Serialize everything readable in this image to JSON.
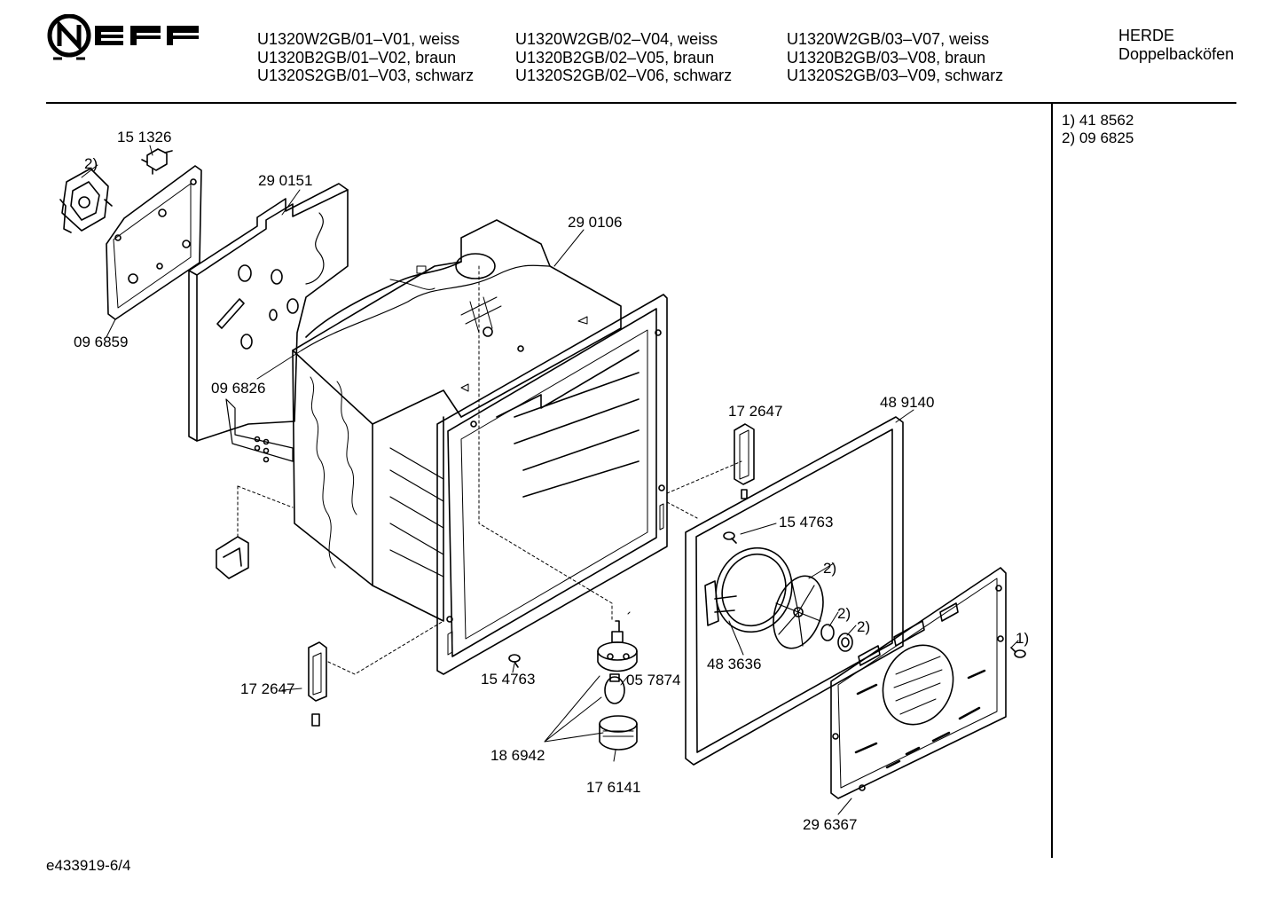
{
  "brand": "NEFF",
  "header": {
    "col1": [
      "U1320W2GB/01–V01, weiss",
      "U1320B2GB/01–V02, braun",
      "U1320S2GB/01–V03, schwarz"
    ],
    "col2": [
      "U1320W2GB/02–V04, weiss",
      "U1320B2GB/02–V05, braun",
      "U1320S2GB/02–V06, schwarz"
    ],
    "col3": [
      "U1320W2GB/03–V07, weiss",
      "U1320B2GB/03–V08, braun",
      "U1320S2GB/03–V09, schwarz"
    ],
    "category": [
      "HERDE",
      "Doppelbacköfen"
    ]
  },
  "notes": [
    "1) 41 8562",
    "2) 09 6825"
  ],
  "footer": "e433919-6/4",
  "parts": {
    "p151326": "15 1326",
    "fn2_switch": "2)",
    "p290151": "29 0151",
    "p290106": "29 0106",
    "p096859": "09 6859",
    "p096826": "09 6826",
    "p172647_right": "17 2647",
    "p489140": "48 9140",
    "p154763_right": "15 4763",
    "fn2_heater": "2)",
    "fn2_fan": "2)",
    "fn2_nut": "2)",
    "fn1_screw": "1)",
    "p483636": "48 3636",
    "p172647_left": "17 2647",
    "p154763_left": "15 4763",
    "p057874": "05 7874",
    "p186942": "18 6942",
    "p176141": "17 6141",
    "p296367": "29 6367"
  }
}
